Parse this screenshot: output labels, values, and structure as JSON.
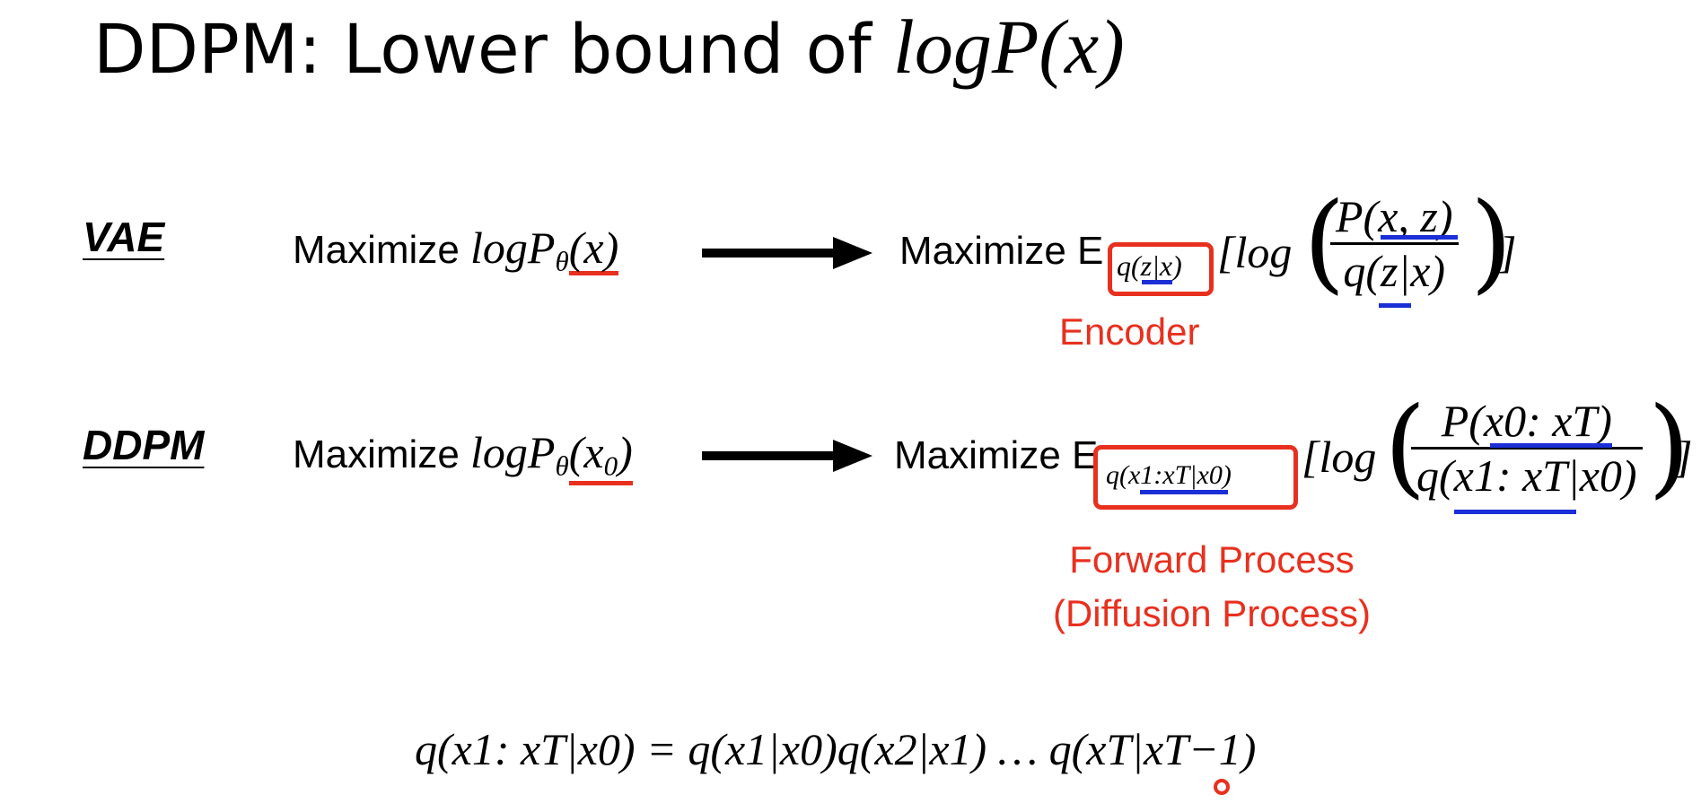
{
  "title": {
    "text": "DDPM: Lower bound of ",
    "math": "logP(x)"
  },
  "vae": {
    "label": "VAE",
    "maximize": "Maximize",
    "lhs_log": "logP",
    "lhs_sub": "θ",
    "lhs_arg_open": "(",
    "lhs_arg": "x",
    "lhs_arg_close": ")",
    "rhs_maximize": "Maximize E",
    "rhs_sub": "q(z|x)",
    "rhs_log": "[log",
    "num": "P(x, z)",
    "den": "q(z|x)",
    "rhs_close": "]",
    "annotation": "Encoder"
  },
  "ddpm": {
    "label": "DDPM",
    "maximize": "Maximize",
    "lhs_log": "logP",
    "lhs_sub": "θ",
    "lhs_arg_open": "(",
    "lhs_arg": "x",
    "lhs_arg_sub": "0",
    "lhs_arg_close": ")",
    "rhs_maximize": "Maximize E",
    "rhs_sub": "q(x1:xT|x0)",
    "rhs_log": "[log",
    "num": "P(x0: xT)",
    "den": "q(x1: xT|x0)",
    "rhs_close": "]",
    "annotation_line1": "Forward Process",
    "annotation_line2": "(Diffusion Process)"
  },
  "formula": "q(x1: xT|x0) = q(x1|x0)q(x2|x1) … q(xT|xT−1)",
  "colors": {
    "accent_red": "#e8301f",
    "accent_blue": "#1a2fd6"
  }
}
